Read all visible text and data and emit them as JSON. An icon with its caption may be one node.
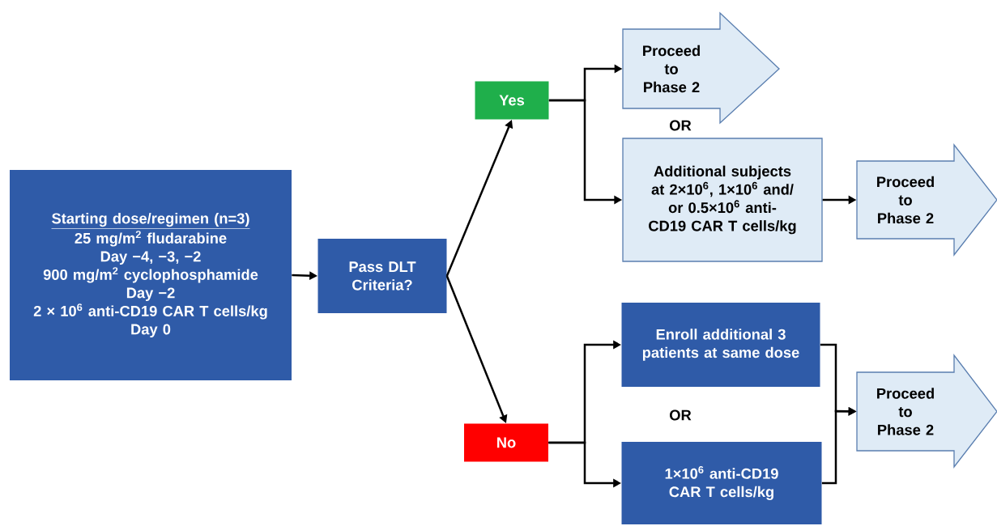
{
  "diagram": {
    "nodes": [
      {
        "text": [
          "Starting dose/regimen (n=3)",
          "25 mg/m$^{2}$ fludarabine",
          "Day −4, −3, −2",
          "900 mg/m$^{2}$ cyclophosphamide",
          "Day −2",
          "2 × 10$^{6}$ anti-CD19 CAR T cells/kg",
          "Day 0"
        ]
      },
      {
        "text": [
          "Pass DLT Criteria?"
        ]
      },
      {
        "text": [
          "Yes"
        ]
      },
      {
        "text": [
          "No"
        ]
      },
      {
        "text": [
          "Proceed to Phase 2"
        ]
      },
      {
        "text": [
          "Additional subjects at 2×10$^{6}$, 1×10$^{6}$ and/ or 0.5×10$^{6}$ anti-CD19 CAR T cells/kg"
        ]
      },
      {
        "text": [
          "Proceed to Phase 2"
        ]
      },
      {
        "text": [
          "Enroll additional 3 patients at same dose"
        ]
      },
      {
        "text": [
          "1×10$^{6}$ anti-CD19 CAR T cells/kg"
        ]
      },
      {
        "text": [
          "Proceed to Phase 2"
        ]
      }
    ],
    "edges": [
      {
        "from": 0,
        "to": 1,
        "arrow": "to"
      },
      {
        "from": 1,
        "to": 2,
        "arrow": "to"
      },
      {
        "from": 1,
        "to": 3,
        "arrow": "to"
      },
      {
        "from": 2,
        "to": 4,
        "arrow": "to"
      },
      {
        "from": 2,
        "to": 5,
        "arrow": "to"
      },
      {
        "from": 5,
        "to": 6,
        "arrow": "to"
      },
      {
        "from": 3,
        "to": 7,
        "arrow": "to"
      },
      {
        "from": 3,
        "to": 8,
        "arrow": "to"
      },
      {
        "from": 7,
        "to": 9,
        "arrow": "to"
      },
      {
        "from": 8,
        "to": 9,
        "arrow": "to"
      }
    ],
    "labels": [
      "OR",
      "OR"
    ]
  }
}
